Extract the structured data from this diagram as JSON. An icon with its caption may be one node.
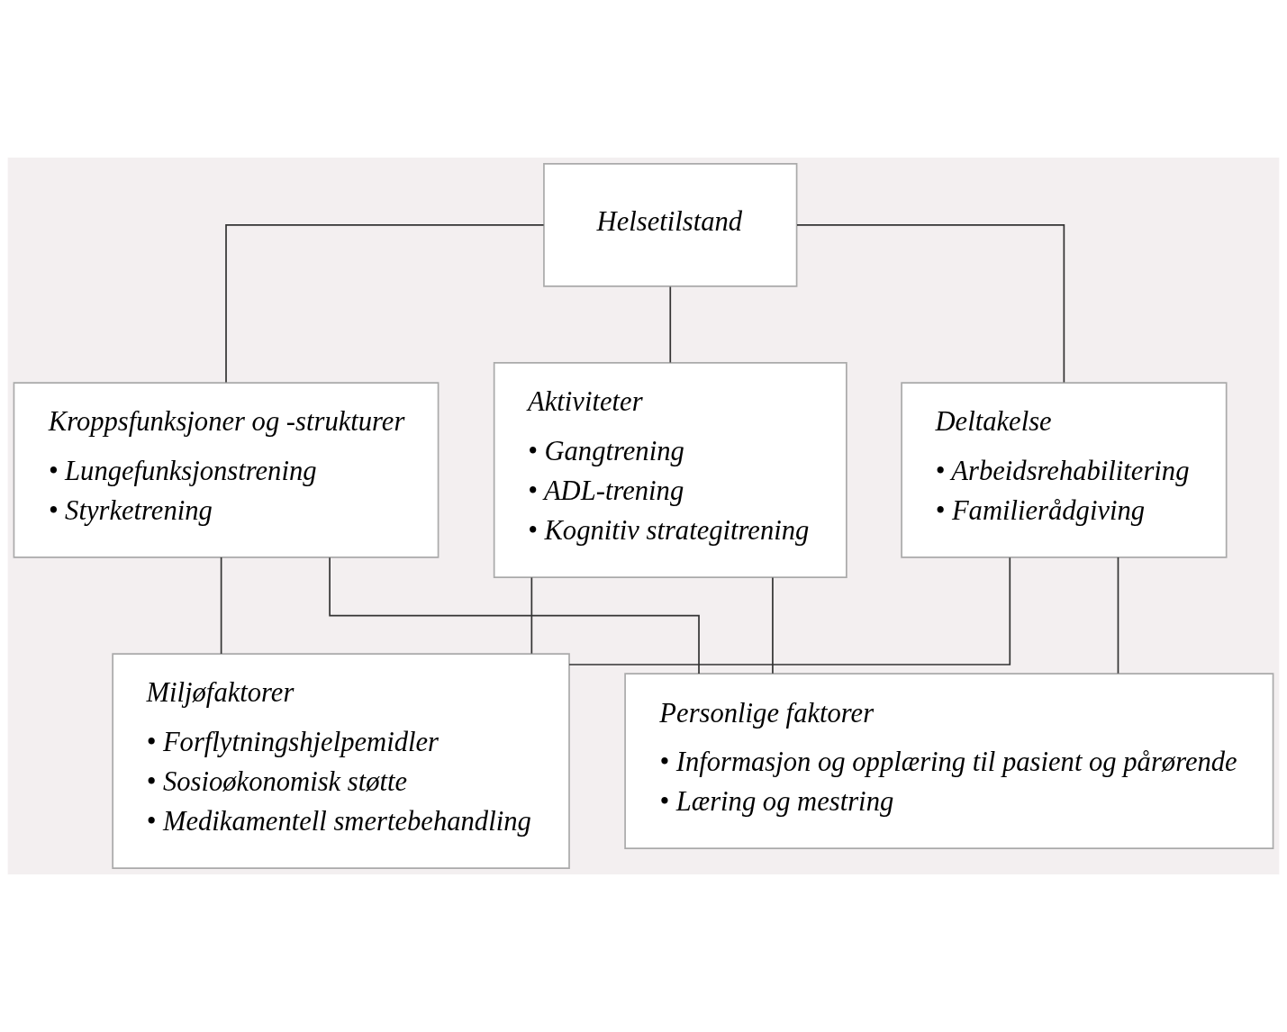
{
  "diagram": {
    "nodes": [
      {
        "text": [
          "Helsetilstand"
        ]
      },
      {
        "text": [
          "Kroppsfunksjoner og -strukturer",
          "• Lungefunksjonstrening",
          "• Styrketrening"
        ]
      },
      {
        "text": [
          "Aktiviteter",
          "• Gangtrening",
          "• ADL-trening",
          "• Kognitiv strategitrening"
        ]
      },
      {
        "text": [
          "Deltakelse",
          "• Arbeidsrehabilitering",
          "• Familierådgiving"
        ]
      },
      {
        "text": [
          "Miljøfaktorer",
          "• Forflytningshjelpemidler",
          "• Sosioøkonomisk støtte",
          "• Medikamentell smertebehandling"
        ]
      },
      {
        "text": [
          "Personlige faktorer",
          "• Informasjon og opplæring til pasient og pårørende",
          "• Læring og mestring"
        ]
      }
    ],
    "edges": [
      {
        "from": 0,
        "to": 1,
        "arrow": "none"
      },
      {
        "from": 0,
        "to": 2,
        "arrow": "none"
      },
      {
        "from": 0,
        "to": 3,
        "arrow": "none"
      },
      {
        "from": 1,
        "to": 4,
        "arrow": "none"
      },
      {
        "from": 1,
        "to": 5,
        "arrow": "none"
      },
      {
        "from": 2,
        "to": 4,
        "arrow": "none"
      },
      {
        "from": 2,
        "to": 5,
        "arrow": "none"
      },
      {
        "from": 3,
        "to": 4,
        "arrow": "none"
      },
      {
        "from": 3,
        "to": 5,
        "arrow": "none"
      }
    ]
  }
}
